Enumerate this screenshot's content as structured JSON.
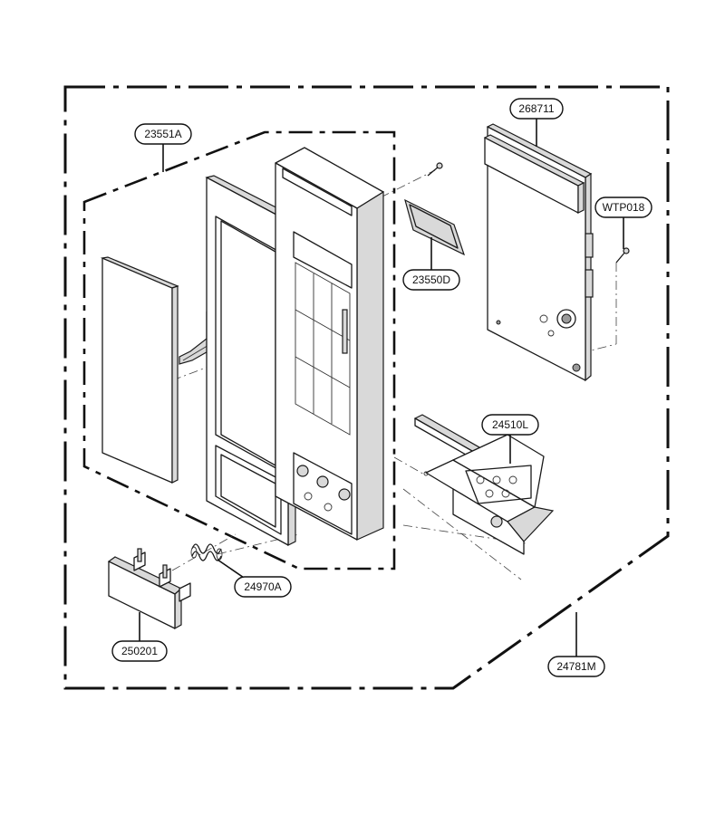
{
  "callouts": {
    "c23551A": "23551A",
    "c268711": "268711",
    "cWTP018": "WTP018",
    "c23550D": "23550D",
    "c24510L": "24510L",
    "c24970A": "24970A",
    "c250201": "250201",
    "c24781M": "24781M"
  }
}
